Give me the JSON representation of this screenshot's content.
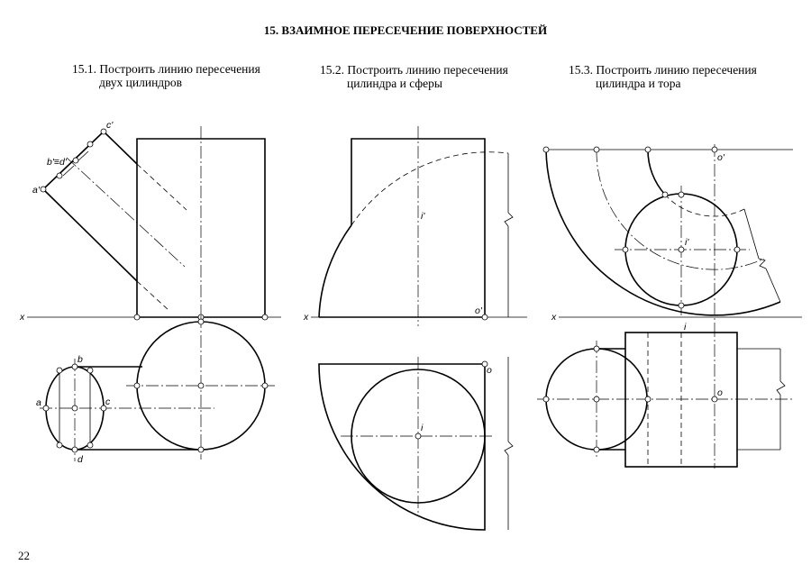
{
  "page": {
    "title": "15. ВЗАИМНОЕ ПЕРЕСЕЧЕНИЕ ПОВЕРХНОСТЕЙ",
    "page_number": "22"
  },
  "tasks": [
    {
      "id": "15.1",
      "line1": "15.1. Построить линию пересечения",
      "line2": "двух цилиндров",
      "labels": {
        "axis": "x",
        "c_front": "c'",
        "bd_front": "b'≡d'",
        "a_front": "a'",
        "b": "b",
        "a": "a",
        "c": "c",
        "d": "d"
      }
    },
    {
      "id": "15.2",
      "line1": "15.2. Построить линию пересечения",
      "line2": "цилиндра и сферы",
      "labels": {
        "axis": "x",
        "i_front": "i'",
        "o_front": "o'",
        "o": "o",
        "i": "i"
      }
    },
    {
      "id": "15.3",
      "line1": "15.3. Построить линию пересечения",
      "line2": "цилиндра и тора",
      "labels": {
        "axis": "x",
        "o_front": "o'",
        "i_front": "i'",
        "i": "i",
        "o": "o"
      }
    }
  ]
}
